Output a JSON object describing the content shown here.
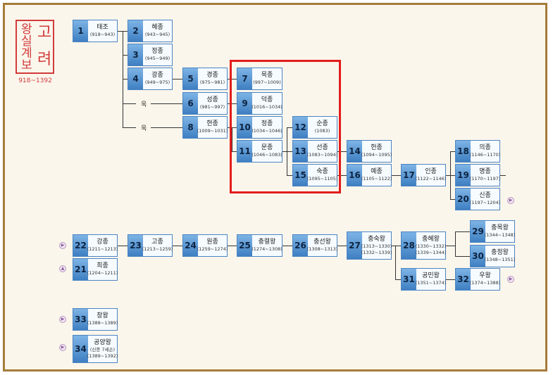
{
  "seal": {
    "chars": [
      "고",
      "려",
      "왕",
      "실",
      "계",
      "보"
    ],
    "period": "918~1392"
  },
  "labels": {
    "ok1": "욱",
    "ok2": "욱"
  },
  "nodes": {
    "k1": {
      "num": "1",
      "name": "태조",
      "years": "(918~943)"
    },
    "k2": {
      "num": "2",
      "name": "혜종",
      "years": "(943~945)"
    },
    "k3": {
      "num": "3",
      "name": "정종",
      "years": "(945~949)"
    },
    "k4": {
      "num": "4",
      "name": "광종",
      "years": "(949~975)"
    },
    "k5": {
      "num": "5",
      "name": "경종",
      "years": "(975~981)"
    },
    "k6": {
      "num": "6",
      "name": "성종",
      "years": "(981~997)"
    },
    "k7": {
      "num": "7",
      "name": "목종",
      "years": "(997~1009)"
    },
    "k8": {
      "num": "8",
      "name": "현종",
      "years": "(1009~1031)"
    },
    "k9": {
      "num": "9",
      "name": "덕종",
      "years": "(1016~1034)"
    },
    "k10": {
      "num": "10",
      "name": "정종",
      "years": "(1034~1046)"
    },
    "k11": {
      "num": "11",
      "name": "문종",
      "years": "(1046~1083)"
    },
    "k12": {
      "num": "12",
      "name": "순종",
      "years": "(1083)"
    },
    "k13": {
      "num": "13",
      "name": "선종",
      "years": "(1083~1094)"
    },
    "k14": {
      "num": "14",
      "name": "헌종",
      "years": "(1094~1095)"
    },
    "k15": {
      "num": "15",
      "name": "숙종",
      "years": "(1095~1105)"
    },
    "k16": {
      "num": "16",
      "name": "예종",
      "years": "(1105~1122)"
    },
    "k17": {
      "num": "17",
      "name": "인종",
      "years": "(1122~1146)"
    },
    "k18": {
      "num": "18",
      "name": "의종",
      "years": "(1146~1170)"
    },
    "k19": {
      "num": "19",
      "name": "명종",
      "years": "(1170~1197)"
    },
    "k20": {
      "num": "20",
      "name": "신종",
      "years": "(1197~1204)"
    },
    "k21": {
      "num": "21",
      "name": "희종",
      "years": "(1204~1211)"
    },
    "k22": {
      "num": "22",
      "name": "강종",
      "years": "(1211~1213)"
    },
    "k23": {
      "num": "23",
      "name": "고종",
      "years": "(1213~1259)"
    },
    "k24": {
      "num": "24",
      "name": "원종",
      "years": "(1259~1274)"
    },
    "k25": {
      "num": "25",
      "name": "충렬왕",
      "years": "(1274~1308)"
    },
    "k26": {
      "num": "26",
      "name": "충선왕",
      "years": "(1308~1313)"
    },
    "k27": {
      "num": "27",
      "name": "충숙왕",
      "years": "(1313~1330)",
      "years2": "(1332~1339)"
    },
    "k28": {
      "num": "28",
      "name": "충혜왕",
      "years": "(1330~1332)",
      "years2": "(1339~1344)"
    },
    "k29": {
      "num": "29",
      "name": "충목왕",
      "years": "(1344~1348)"
    },
    "k30": {
      "num": "30",
      "name": "충정왕",
      "years": "(1348~1351)"
    },
    "k31": {
      "num": "31",
      "name": "공민왕",
      "years": "(1351~1374)"
    },
    "k32": {
      "num": "32",
      "name": "우왕",
      "years": "(1374~1388)"
    },
    "k33": {
      "num": "33",
      "name": "창왕",
      "years": "(1388~1389)"
    },
    "k34": {
      "num": "34",
      "name": "공양왕",
      "years": "(신종 7세손)",
      "years2": "(1389~1392)"
    }
  }
}
